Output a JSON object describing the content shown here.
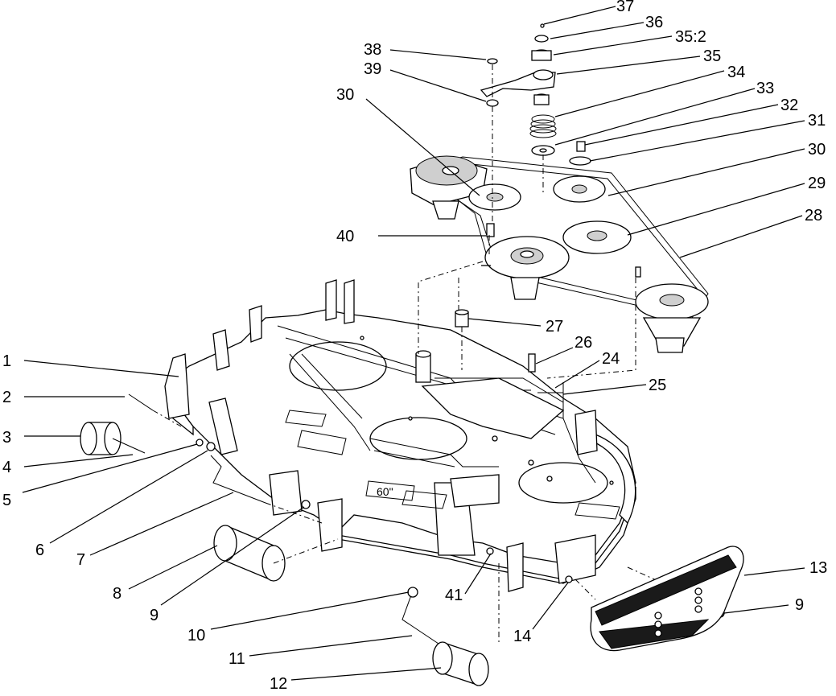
{
  "callouts": [
    {
      "id": "1",
      "label": "1"
    },
    {
      "id": "2",
      "label": "2"
    },
    {
      "id": "3",
      "label": "3"
    },
    {
      "id": "4",
      "label": "4"
    },
    {
      "id": "5",
      "label": "5"
    },
    {
      "id": "6",
      "label": "6"
    },
    {
      "id": "7",
      "label": "7"
    },
    {
      "id": "8",
      "label": "8"
    },
    {
      "id": "9a",
      "label": "9"
    },
    {
      "id": "9b",
      "label": "9"
    },
    {
      "id": "10",
      "label": "10"
    },
    {
      "id": "11",
      "label": "11"
    },
    {
      "id": "12",
      "label": "12"
    },
    {
      "id": "13",
      "label": "13"
    },
    {
      "id": "14",
      "label": "14"
    },
    {
      "id": "24",
      "label": "24"
    },
    {
      "id": "25",
      "label": "25"
    },
    {
      "id": "26",
      "label": "26"
    },
    {
      "id": "27",
      "label": "27"
    },
    {
      "id": "28",
      "label": "28"
    },
    {
      "id": "29",
      "label": "29"
    },
    {
      "id": "30a",
      "label": "30"
    },
    {
      "id": "30b",
      "label": "30"
    },
    {
      "id": "31",
      "label": "31"
    },
    {
      "id": "32",
      "label": "32"
    },
    {
      "id": "33",
      "label": "33"
    },
    {
      "id": "34",
      "label": "34"
    },
    {
      "id": "35",
      "label": "35"
    },
    {
      "id": "35_2",
      "label": "35:2"
    },
    {
      "id": "36",
      "label": "36"
    },
    {
      "id": "37",
      "label": "37"
    },
    {
      "id": "38",
      "label": "38"
    },
    {
      "id": "39",
      "label": "39"
    },
    {
      "id": "40",
      "label": "40"
    },
    {
      "id": "41",
      "label": "41"
    }
  ],
  "deck": {
    "size_decal": "60\""
  }
}
